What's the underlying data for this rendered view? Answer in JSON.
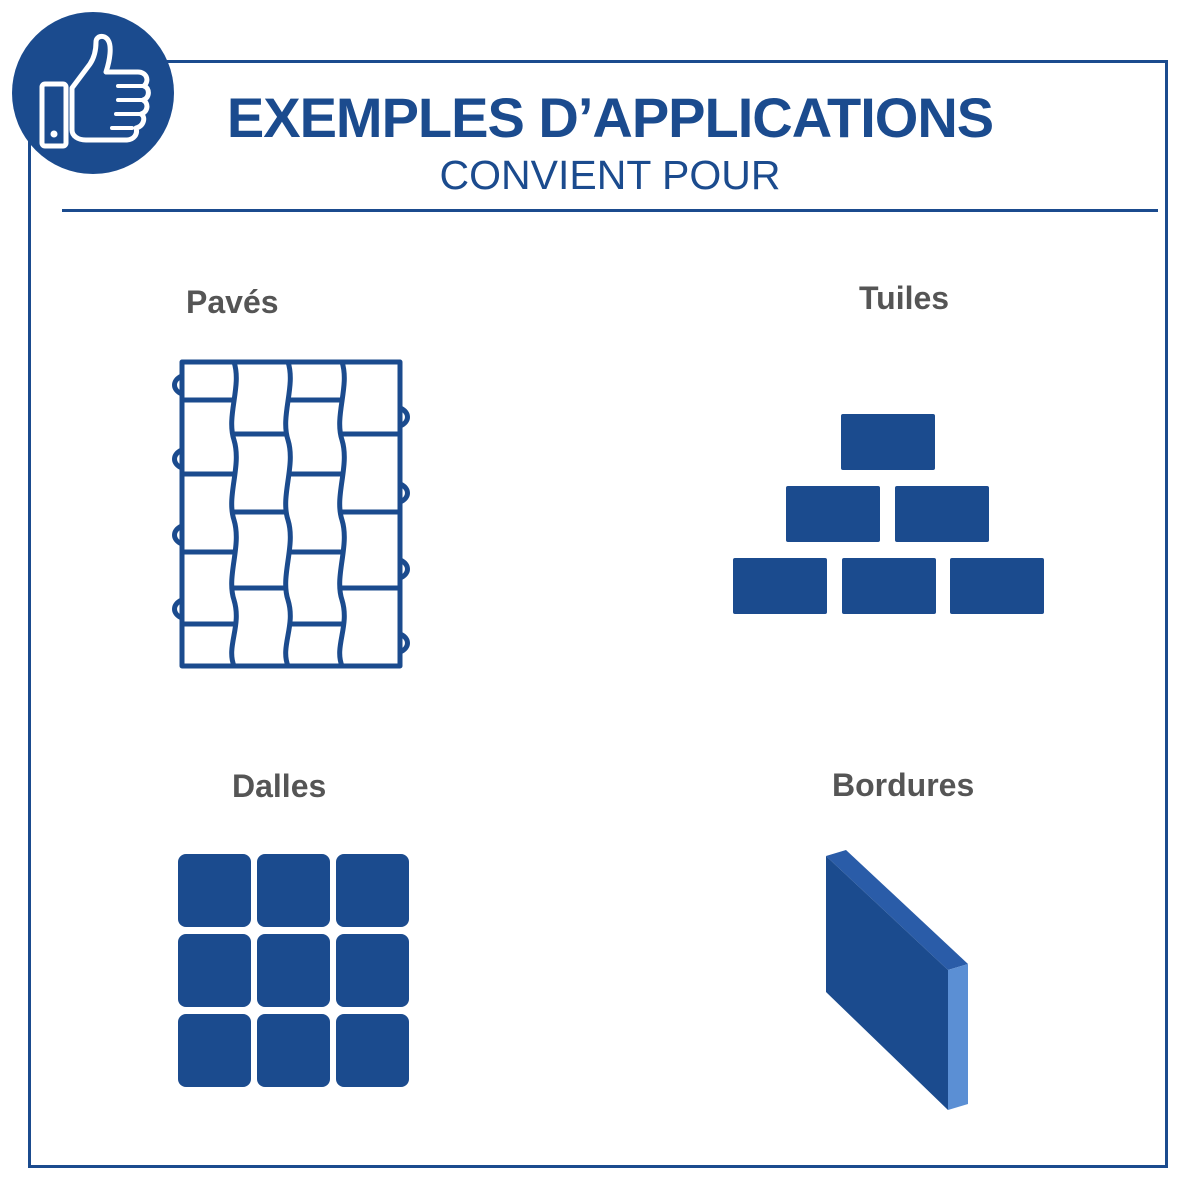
{
  "header": {
    "title": "EXEMPLES D’APPLICATIONS",
    "subtitle": "CONVIENT POUR"
  },
  "badge": {
    "icon": "thumbs-up-icon"
  },
  "applications": [
    {
      "label": "Pavés",
      "icon": "paving-stones-icon"
    },
    {
      "label": "Tuiles",
      "icon": "stacked-tiles-icon"
    },
    {
      "label": "Dalles",
      "icon": "slab-grid-icon"
    },
    {
      "label": "Bordures",
      "icon": "curb-icon"
    }
  ],
  "colors": {
    "primary": "#1b4b8e",
    "accent_light": "#5b8fd4",
    "label_gray": "#555555"
  }
}
